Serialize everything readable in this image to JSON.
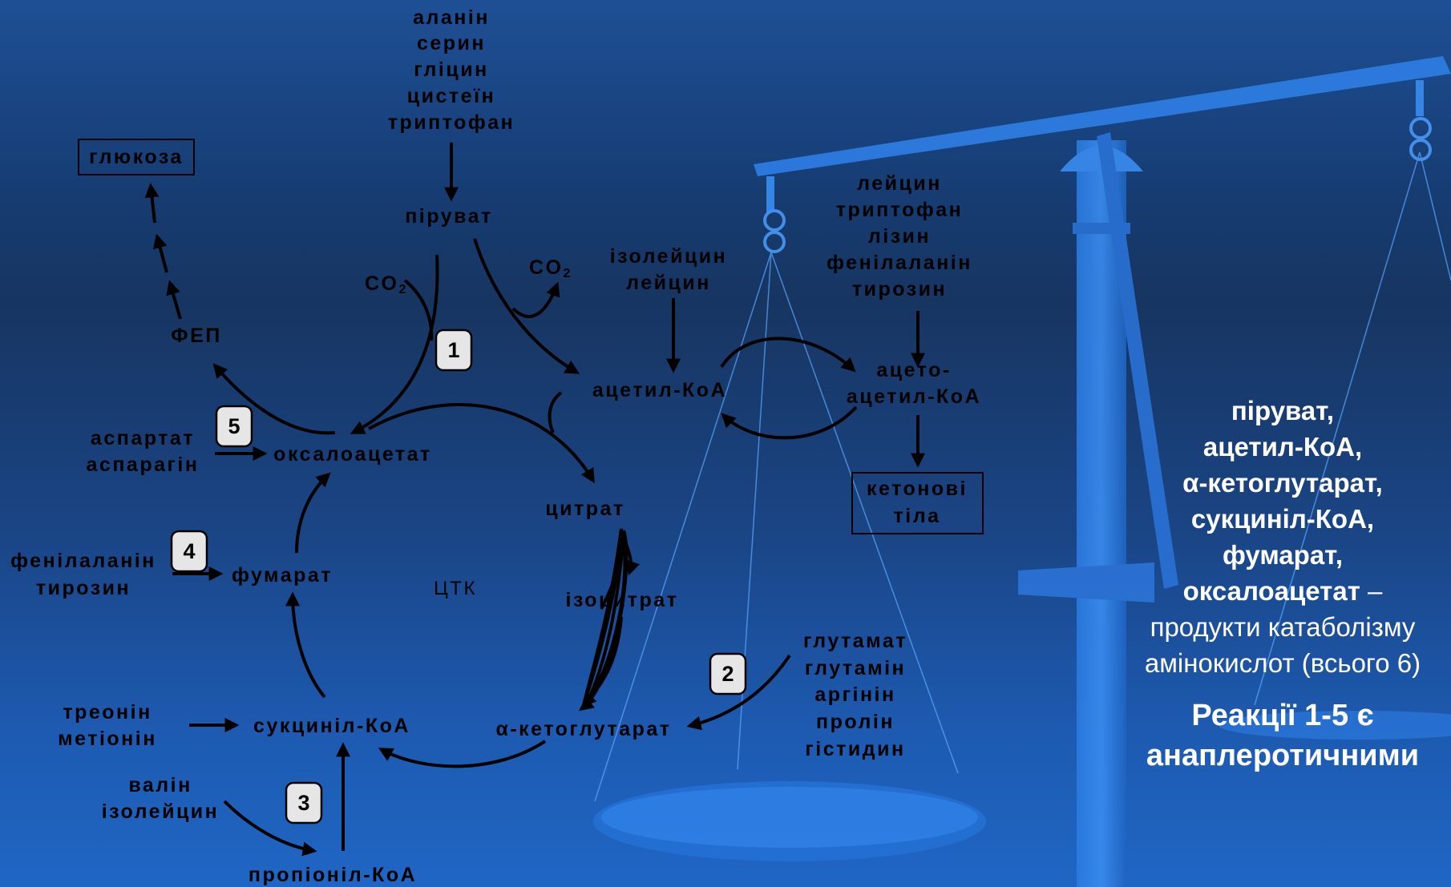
{
  "diagram": {
    "inputs_piruvat": [
      "аланін",
      "серин",
      "гліцин",
      "цистеїн",
      "триптофан"
    ],
    "piruvat": "піруват",
    "co2_left": "CO",
    "co2_right": "CO",
    "co2_sub": "2",
    "glucose": "глюкоза",
    "fep": "ФЕП",
    "acetyl_inputs": [
      "ізолейцин",
      "лейцин"
    ],
    "acetyl_coa": "ацетил-КоА",
    "acetoacetyl_inputs": [
      "лейцин",
      "триптофан",
      "лізин",
      "фенілаланін",
      "тирозин"
    ],
    "acetoacetyl_coa": [
      "ацето-",
      "ацетил-КоА"
    ],
    "ketone_bodies": [
      "кетонові",
      "тіла"
    ],
    "oxaloacetate_inputs": [
      "аспартат",
      "аспарагін"
    ],
    "oxaloacetate": "оксалоацетат",
    "citrate": "цитрат",
    "isocitrate": "ізоцитрат",
    "alpha_kg": "α-кетоглутарат",
    "akg_inputs": [
      "глутамат",
      "глутамін",
      "аргінін",
      "пролін",
      "гістидин"
    ],
    "fumarate_inputs": [
      "фенілаланін",
      "тирозин"
    ],
    "fumarate": "фумарат",
    "tca": "ЦТК",
    "succinyl_inputs": [
      "треонін",
      "метіонін"
    ],
    "succinyl_coa": "сукциніл-КоА",
    "propionyl_inputs": [
      "валін",
      "ізолейцин"
    ],
    "propionyl_coa": "пропіоніл-КоА",
    "reactions": [
      "1",
      "2",
      "3",
      "4",
      "5"
    ]
  },
  "side_text": {
    "products": [
      "піруват,",
      "ацетил-КоА,",
      "α-кетоглутарат,",
      "сукциніл-КоА,",
      "фумарат,",
      "оксалоацетат"
    ],
    "dash": " –",
    "desc": [
      "продукти катаболізму",
      "амінокислот (всього 6)"
    ],
    "title": [
      "Реакції 1-5 є",
      "анаплеротичними"
    ]
  }
}
